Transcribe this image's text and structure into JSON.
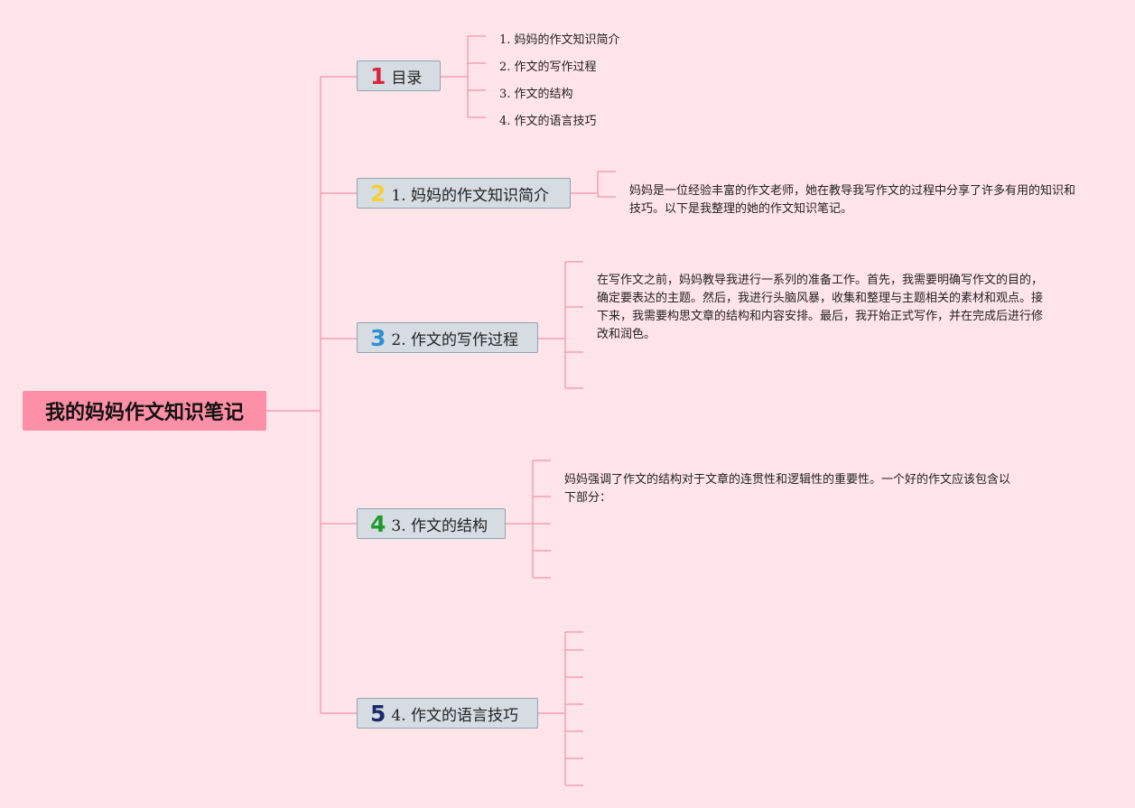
{
  "root": {
    "title": "我的妈妈作文知识笔记"
  },
  "branches": [
    {
      "number": "1",
      "number_color": "#d7263d",
      "label": "目录"
    },
    {
      "number": "2",
      "number_color": "#f2d13a",
      "label": "1. 妈妈的作文知识简介"
    },
    {
      "number": "3",
      "number_color": "#2b8fd6",
      "label": "2. 作文的写作过程"
    },
    {
      "number": "4",
      "number_color": "#1f9a2e",
      "label": "3. 作文的结构"
    },
    {
      "number": "5",
      "number_color": "#1c2a6b",
      "label": "4. 作文的语言技巧"
    }
  ],
  "toc": [
    "1. 妈妈的作文知识简介",
    "2. 作文的写作过程",
    "3. 作文的结构",
    "4. 作文的语言技巧"
  ],
  "paragraphs": {
    "intro": "妈妈是一位经验丰富的作文老师，她在教导我写作文的过程中分享了许多有用的知识和技巧。以下是我整理的她的作文知识笔记。",
    "process": "在写作文之前，妈妈教导我进行一系列的准备工作。首先，我需要明确写作文的目的，确定要表达的主题。然后，我进行头脑风暴，收集和整理与主题相关的素材和观点。接下来，我需要构思文章的结构和内容安排。最后，我开始正式写作，并在完成后进行修改和润色。",
    "structure": "妈妈强调了作文的结构对于文章的连贯性和逻辑性的重要性。一个好的作文应该包含以下部分："
  },
  "colors": {
    "background": "#ffe4ea",
    "root_fill": "#fd8fa6",
    "branch_fill": "#d5dde3",
    "connector": "#f4a0b5"
  }
}
